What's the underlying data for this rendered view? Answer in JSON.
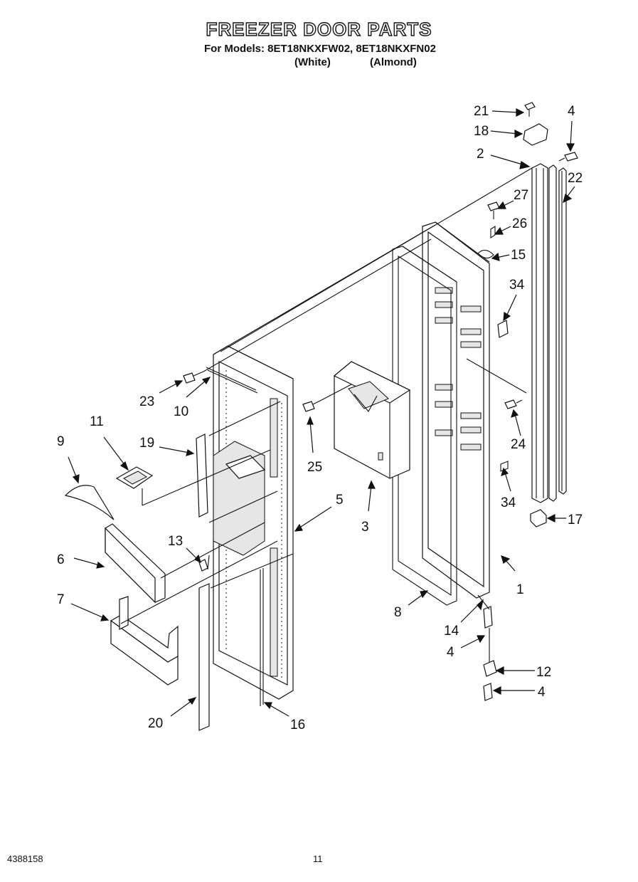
{
  "header": {
    "title": "FREEZER DOOR PARTS",
    "models": "For Models: 8ET18NKXFW02, 8ET18NKXFN02",
    "variant_white": "(White)",
    "variant_almond": "(Almond)"
  },
  "callouts": [
    "21",
    "4",
    "18",
    "2",
    "22",
    "27",
    "26",
    "15",
    "34",
    "24",
    "34",
    "17",
    "1",
    "14",
    "4",
    "12",
    "4",
    "8",
    "3",
    "25",
    "23",
    "10",
    "11",
    "9",
    "19",
    "5",
    "13",
    "6",
    "7",
    "20",
    "16"
  ],
  "footer": {
    "part_number": "4388158",
    "page": "11"
  }
}
